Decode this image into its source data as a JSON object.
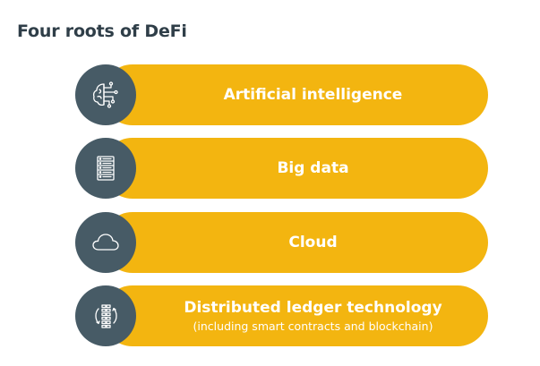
{
  "title": "Four roots of DeFi",
  "colors": {
    "pill": "#f3b510",
    "icon_circle": "#475b66",
    "title": "#2f3e48"
  },
  "items": [
    {
      "label": "Artificial intelligence",
      "sublabel": "",
      "icon": "ai-brain-icon"
    },
    {
      "label": "Big data",
      "sublabel": "",
      "icon": "server-rack-icon"
    },
    {
      "label": "Cloud",
      "sublabel": "",
      "icon": "cloud-icon"
    },
    {
      "label": "Distributed ledger technology",
      "sublabel": "(including smart contracts and blockchain)",
      "icon": "blockchain-cycle-icon"
    }
  ]
}
